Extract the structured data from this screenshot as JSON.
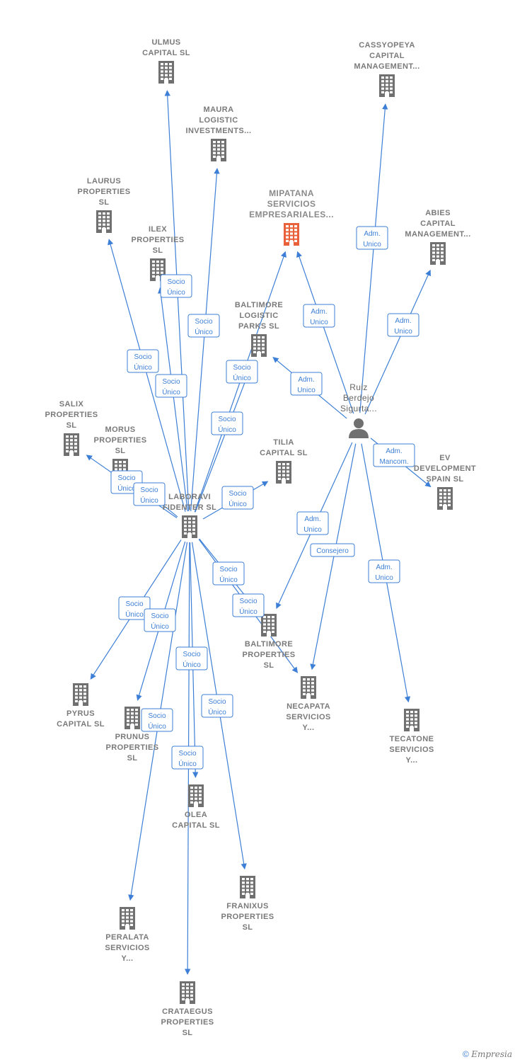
{
  "colors": {
    "edge": "#3d7fd6",
    "building": "#707070",
    "main_building": "#e8613a",
    "person": "#707070"
  },
  "nodes": [
    {
      "id": "ulmus",
      "kind": "company",
      "lines": [
        "ULMUS",
        "CAPITAL  SL"
      ]
    },
    {
      "id": "cassyopeya",
      "kind": "company",
      "lines": [
        "CASSYOPEYA",
        "CAPITAL",
        "MANAGEMENT..."
      ]
    },
    {
      "id": "maura",
      "kind": "company",
      "lines": [
        "MAURA",
        "LOGISTIC",
        "INVESTMENTS..."
      ]
    },
    {
      "id": "laurus",
      "kind": "company",
      "lines": [
        "LAURUS",
        "PROPERTIES",
        "SL"
      ]
    },
    {
      "id": "mipatana",
      "kind": "main",
      "lines": [
        "MIPATANA",
        "SERVICIOS",
        "EMPRESARIALES..."
      ]
    },
    {
      "id": "abies",
      "kind": "company",
      "lines": [
        "ABIES",
        "CAPITAL",
        "MANAGEMENT..."
      ]
    },
    {
      "id": "ilex",
      "kind": "company",
      "lines": [
        "ILEX",
        "PROPERTIES",
        "SL"
      ]
    },
    {
      "id": "baltimore_logistic",
      "kind": "company",
      "lines": [
        "BALTIMORE",
        "LOGISTIC",
        "PARKS  SL"
      ]
    },
    {
      "id": "ruiz",
      "kind": "person",
      "lines": [
        "Ruiz",
        "Berdejo",
        "Sigurta..."
      ]
    },
    {
      "id": "salix",
      "kind": "company",
      "lines": [
        "SALIX",
        "PROPERTIES",
        "SL"
      ]
    },
    {
      "id": "morus",
      "kind": "company",
      "lines": [
        "MORUS",
        "PROPERTIES",
        "SL"
      ]
    },
    {
      "id": "tilia",
      "kind": "company",
      "lines": [
        "TILIA",
        "CAPITAL  SL"
      ]
    },
    {
      "id": "ev",
      "kind": "company",
      "lines": [
        "EV",
        "DEVELOPMENT",
        "SPAIN  SL"
      ]
    },
    {
      "id": "laboravi",
      "kind": "company",
      "lines": [
        "LABORAVI",
        "FIDENTER SL"
      ]
    },
    {
      "id": "baltimore_properties",
      "kind": "company",
      "lines": [
        "BALTIMORE",
        "PROPERTIES",
        "SL"
      ]
    },
    {
      "id": "necapata",
      "kind": "company",
      "lines": [
        "NECAPATA",
        "SERVICIOS",
        "Y..."
      ]
    },
    {
      "id": "tecatone",
      "kind": "company",
      "lines": [
        "TECATONE",
        "SERVICIOS",
        "Y..."
      ]
    },
    {
      "id": "pyrus",
      "kind": "company",
      "lines": [
        "PYRUS",
        "CAPITAL  SL"
      ]
    },
    {
      "id": "prunus",
      "kind": "company",
      "lines": [
        "PRUNUS",
        "PROPERTIES",
        "SL"
      ]
    },
    {
      "id": "olea",
      "kind": "company",
      "lines": [
        "OLEA",
        "CAPITAL  SL"
      ]
    },
    {
      "id": "franixus",
      "kind": "company",
      "lines": [
        "FRANIXUS",
        "PROPERTIES",
        "SL"
      ]
    },
    {
      "id": "peralata",
      "kind": "company",
      "lines": [
        "PERALATA",
        "SERVICIOS",
        "Y..."
      ]
    },
    {
      "id": "crataegus",
      "kind": "company",
      "lines": [
        "CRATAEGUS",
        "PROPERTIES",
        "SL"
      ]
    }
  ],
  "edges": [
    {
      "from": "laboravi",
      "to": "ulmus",
      "lines": [
        "Socio",
        "Único"
      ]
    },
    {
      "from": "laboravi",
      "to": "maura",
      "lines": [
        "Socio",
        "Único"
      ]
    },
    {
      "from": "laboravi",
      "to": "laurus",
      "lines": [
        "Socio",
        "Único"
      ]
    },
    {
      "from": "laboravi",
      "to": "ilex",
      "lines": [
        "Socio",
        "Único"
      ]
    },
    {
      "from": "laboravi",
      "to": "baltimore_logistic",
      "lines": [
        "Socio",
        "Único"
      ]
    },
    {
      "from": "laboravi",
      "to": "mipatana",
      "lines": [
        "Socio",
        "Único"
      ]
    },
    {
      "from": "laboravi",
      "to": "salix",
      "lines": [
        "Socio",
        "Único"
      ]
    },
    {
      "from": "laboravi",
      "to": "morus",
      "lines": [
        "Socio",
        "Único"
      ]
    },
    {
      "from": "laboravi",
      "to": "tilia",
      "lines": [
        "Socio",
        "Único"
      ]
    },
    {
      "from": "laboravi",
      "to": "baltimore_properties",
      "lines": [
        "Socio",
        "Único"
      ]
    },
    {
      "from": "laboravi",
      "to": "necapata",
      "lines": [
        "Socio",
        "Único"
      ]
    },
    {
      "from": "laboravi",
      "to": "pyrus",
      "lines": [
        "Socio",
        "Único"
      ]
    },
    {
      "from": "laboravi",
      "to": "prunus",
      "lines": [
        "Socio",
        "Único"
      ]
    },
    {
      "from": "laboravi",
      "to": "olea",
      "lines": [
        "Socio",
        "Único"
      ]
    },
    {
      "from": "laboravi",
      "to": "franixus",
      "lines": [
        "Socio",
        "Único"
      ]
    },
    {
      "from": "laboravi",
      "to": "peralata",
      "lines": [
        "Socio",
        "Único"
      ]
    },
    {
      "from": "laboravi",
      "to": "crataegus",
      "lines": [
        "Socio",
        "Único"
      ]
    },
    {
      "from": "ruiz",
      "to": "mipatana",
      "lines": [
        "Adm.",
        "Unico"
      ]
    },
    {
      "from": "ruiz",
      "to": "cassyopeya",
      "lines": [
        "Adm.",
        "Unico"
      ]
    },
    {
      "from": "ruiz",
      "to": "abies",
      "lines": [
        "Adm.",
        "Unico"
      ]
    },
    {
      "from": "ruiz",
      "to": "baltimore_logistic",
      "lines": [
        "Adm.",
        "Unico"
      ]
    },
    {
      "from": "ruiz",
      "to": "ev",
      "lines": [
        "Adm.",
        "Mancom."
      ]
    },
    {
      "from": "ruiz",
      "to": "baltimore_properties",
      "lines": [
        "Adm.",
        "Unico"
      ]
    },
    {
      "from": "ruiz",
      "to": "necapata",
      "lines": [
        "Consejero"
      ]
    },
    {
      "from": "ruiz",
      "to": "tecatone",
      "lines": [
        "Adm.",
        "Unico"
      ]
    }
  ],
  "footer": {
    "copyright": "©",
    "brand": "Empresia"
  }
}
